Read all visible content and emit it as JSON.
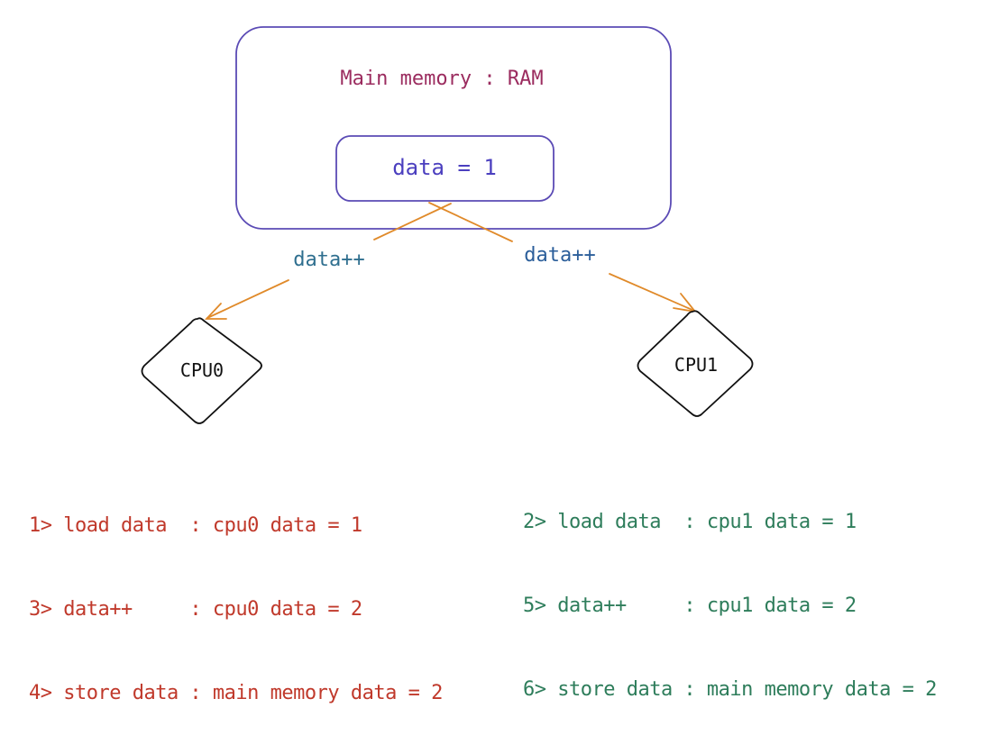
{
  "diagram": {
    "ram_label": "Main memory : RAM",
    "data_cell": "data = 1",
    "edge_left_label": "data++",
    "edge_right_label": "data++",
    "cpu0_label": "CPU0",
    "cpu1_label": "CPU1"
  },
  "steps_cpu0": [
    {
      "text": "1> load data  : cpu0 data = 1"
    },
    {
      "text": "3> data++     : cpu0 data = 2"
    },
    {
      "text": "4> store data : main memory data = 2"
    }
  ],
  "steps_cpu1": [
    {
      "text": "2> load data  : cpu1 data = 1"
    },
    {
      "text": "5> data++     : cpu1 data = 2"
    },
    {
      "text": "6> store data : main memory data = 2"
    }
  ],
  "colors": {
    "box_stroke": "#5b4bb5",
    "ram_label": "#9b2c5f",
    "data_label": "#4b3fbf",
    "edge_label_left": "#2f6f8f",
    "edge_label_right": "#2b5e9a",
    "arrow": "#e08a2a",
    "cpu_stroke": "#111111",
    "steps_cpu0": "#c0392b",
    "steps_cpu1": "#2e7d5b"
  }
}
